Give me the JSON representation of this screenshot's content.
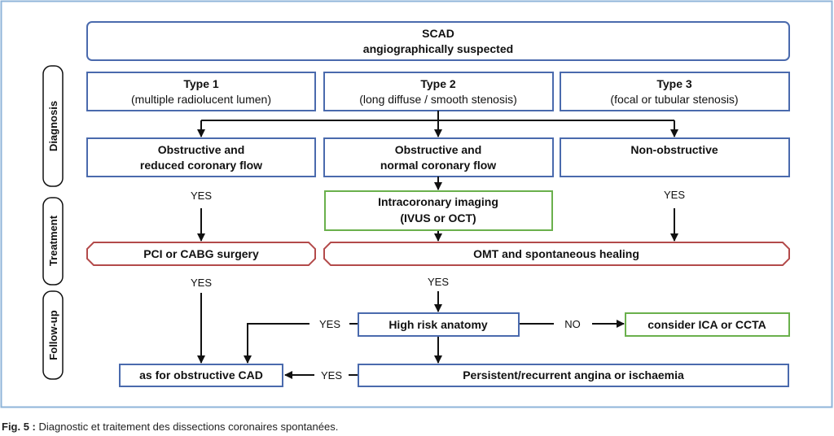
{
  "nodes": {
    "scad": {
      "line1": "SCAD",
      "line2": "angiographically suspected"
    },
    "type1": {
      "line1": "Type 1",
      "line2": "(multiple radiolucent lumen)"
    },
    "type2": {
      "line1": "Type 2",
      "line2": "(long diffuse / smooth stenosis)"
    },
    "type3": {
      "line1": "Type 3",
      "line2": "(focal or tubular stenosis)"
    },
    "obs_reduced": {
      "line1": "Obstructive and",
      "line2": "reduced coronary flow"
    },
    "obs_normal": {
      "line1": "Obstructive and",
      "line2": "normal coronary flow"
    },
    "non_obs": {
      "line1": "Non-obstructive"
    },
    "imaging": {
      "line1": "Intracoronary imaging",
      "line2": "(IVUS or OCT)"
    },
    "pci": {
      "line1": "PCI or CABG surgery"
    },
    "omt": {
      "line1": "OMT  and spontaneous healing"
    },
    "high_risk": {
      "line1": "High risk anatomy"
    },
    "consider": {
      "line1": "consider ICA or CCTA"
    },
    "obstructive_cad": {
      "line1": "as for obstructive CAD"
    },
    "persistent": {
      "line1": "Persistent/recurrent angina or ischaemia"
    }
  },
  "edge_labels": {
    "yes_left1": "YES",
    "yes_right": "YES",
    "yes_left2": "YES",
    "yes_mid": "YES",
    "yes_highrisk": "YES",
    "no_highrisk": "NO",
    "yes_persistent": "YES"
  },
  "phases": {
    "diagnosis": "Diagnosis",
    "treatment": "Treatment",
    "followup": "Follow-up"
  },
  "caption": {
    "label": "Fig. 5 :",
    "text": " Diagnostic et traitement des dissections coronaires spontanées."
  },
  "colors": {
    "blue": "#4a6aad",
    "green": "#6ab04c",
    "red": "#b34a4a",
    "frame": "#8fb4d9",
    "text": "#111111"
  }
}
